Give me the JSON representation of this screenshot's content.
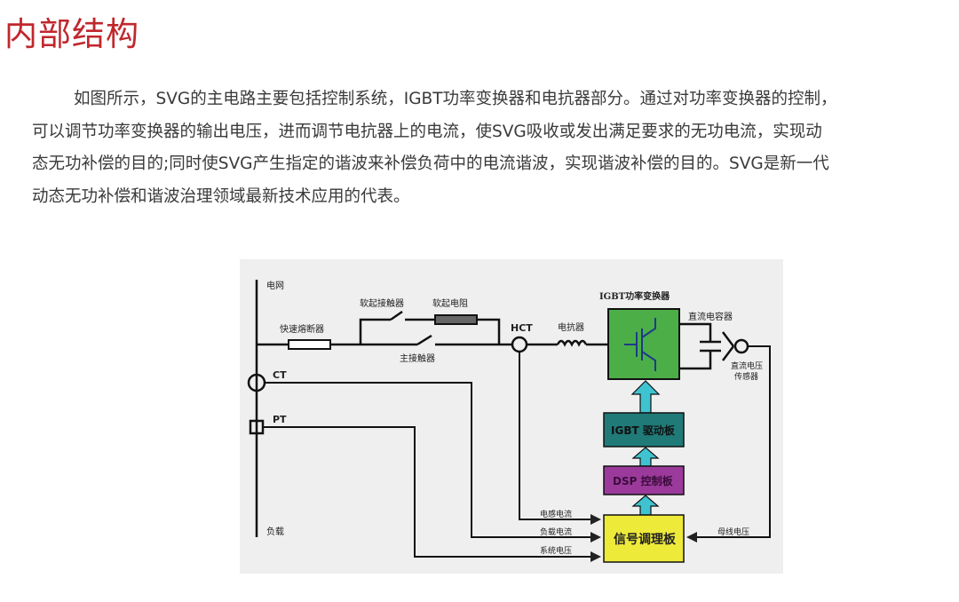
{
  "title": "内部结构",
  "paragraph": [
    "如图所示，SVG的主电路主要包括控制系统，IGBT功率变换器和电抗器部分。通过对功率变换器的控制，",
    "可以调节功率变换器的输出电压，进而调节电抗器上的电流，使SVG吸收或发出满足要求的无功电流，实现动",
    "态无功补偿的目的;同时使SVG产生指定的谐波来补偿负荷中的电流谐波，实现谐波补偿的目的。SVG是新一代",
    "动态无功补偿和谐波治理领域最新技术应用的代表。"
  ],
  "diagram": {
    "grid": "电网",
    "load": "负载",
    "fuse": "快速熔断器",
    "soft_contactor": "软起接触器",
    "soft_resistor": "软起电阻",
    "main_contactor": "主接触器",
    "hct": "HCT",
    "ct": "CT",
    "pt": "PT",
    "reactor": "电抗器",
    "igbt_converter": "IGBT功率变换器",
    "dc_capacitor": "直流电容器",
    "dc_sensor_1": "直流电压",
    "dc_sensor_2": "传感器",
    "igbt_driver": "IGBT 驱动板",
    "dsp": "DSP 控制板",
    "signal_board": "信号调理板",
    "inductor_current": "电感电流",
    "load_current": "负载电流",
    "system_voltage": "系统电压",
    "bus_voltage": "母线电压",
    "colors": {
      "converter": "#4cae47",
      "driver": "#1f7a78",
      "dsp": "#9b3a9b",
      "signal": "#eeea3a",
      "arrow": "#3fc3d0"
    }
  }
}
